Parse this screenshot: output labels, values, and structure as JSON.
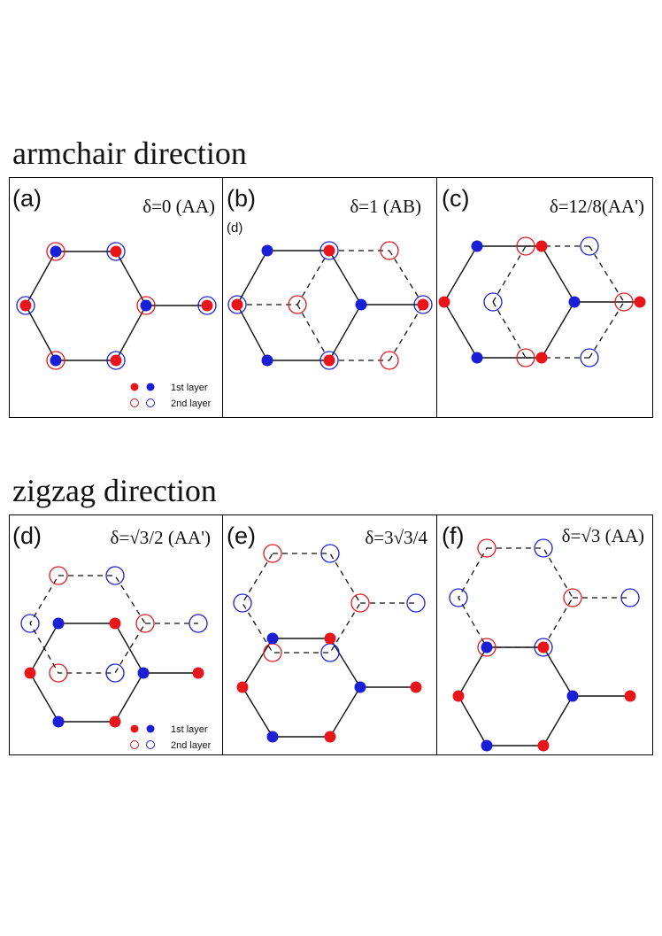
{
  "sections": {
    "armchair": {
      "title": "armchair direction"
    },
    "zigzag": {
      "title": "zigzag direction"
    }
  },
  "panels": {
    "a": {
      "label": "(a)",
      "delta": "δ=0 (AA)"
    },
    "b": {
      "label": "(b)",
      "delta": "δ=1 (AB)",
      "sublabel": "(d)"
    },
    "c": {
      "label": "(c)",
      "delta": "δ=12/8(AA')"
    },
    "d": {
      "label": "(d)",
      "delta": "δ=√3/2 (AA')"
    },
    "e": {
      "label": "(e)",
      "delta": "δ=3√3/4"
    },
    "f": {
      "label": "(f)",
      "delta": "δ=√3 (AA)"
    }
  },
  "legend": {
    "layer1": "1st layer",
    "layer2": "2nd layer"
  },
  "colors": {
    "red": "#e8151b",
    "blue": "#1a1fd6",
    "bond": "#111111"
  }
}
